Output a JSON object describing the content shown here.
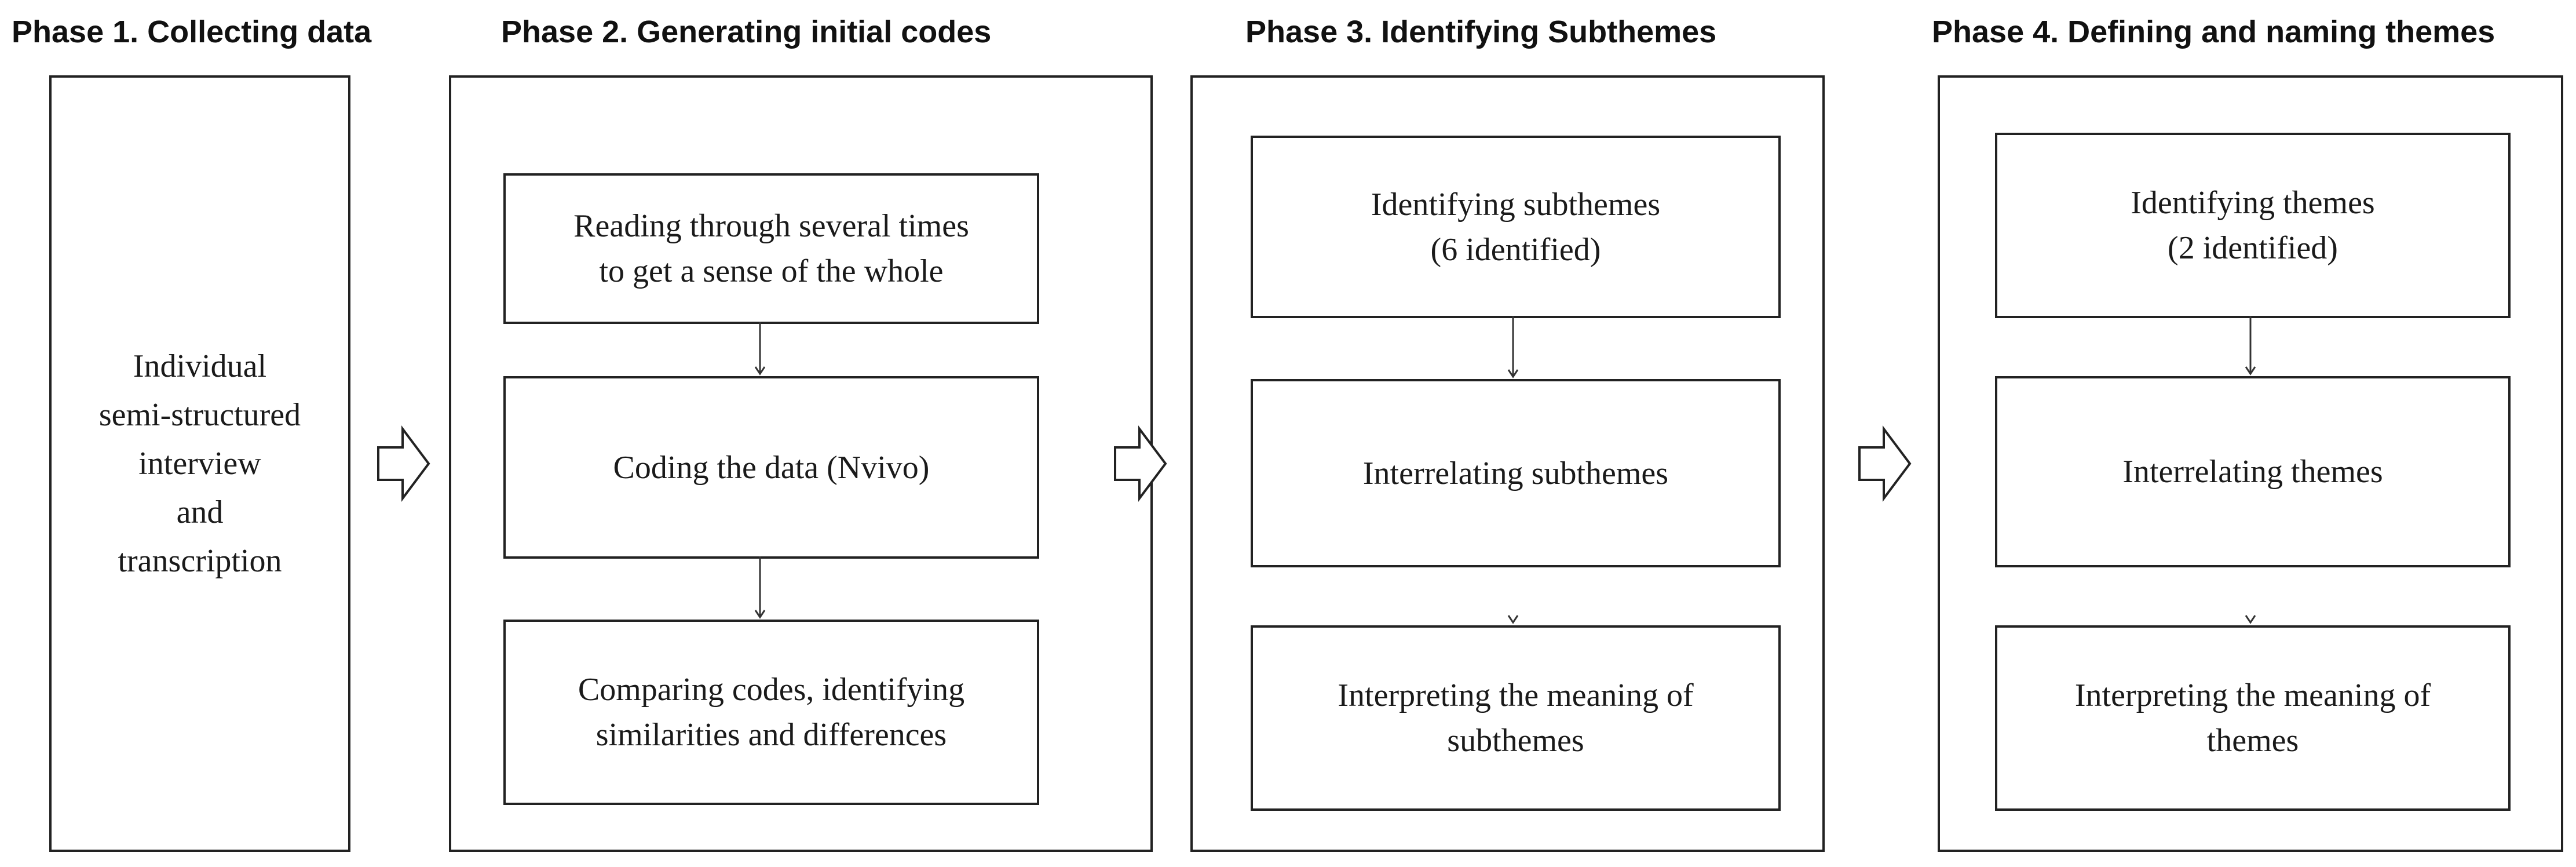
{
  "phases": [
    {
      "title": "Phase 1. Collecting data",
      "content": "Individual\nsemi-structured\ninterview\nand\ntranscription"
    },
    {
      "title": "Phase 2. Generating initial codes",
      "steps": [
        "Reading through several times\nto get a sense of the whole",
        "Coding the data (Nvivo)",
        "Comparing codes, identifying\nsimilarities and differences"
      ]
    },
    {
      "title": "Phase 3. Identifying Subthemes",
      "steps": [
        "Identifying subthemes\n(6 identified)",
        "Interrelating subthemes",
        "Interpreting the meaning of\nsubthemes"
      ]
    },
    {
      "title": "Phase 4. Defining and naming themes",
      "steps": [
        "Identifying themes\n(2 identified)",
        "Interrelating themes",
        "Interpreting the meaning of\nthemes"
      ]
    }
  ]
}
